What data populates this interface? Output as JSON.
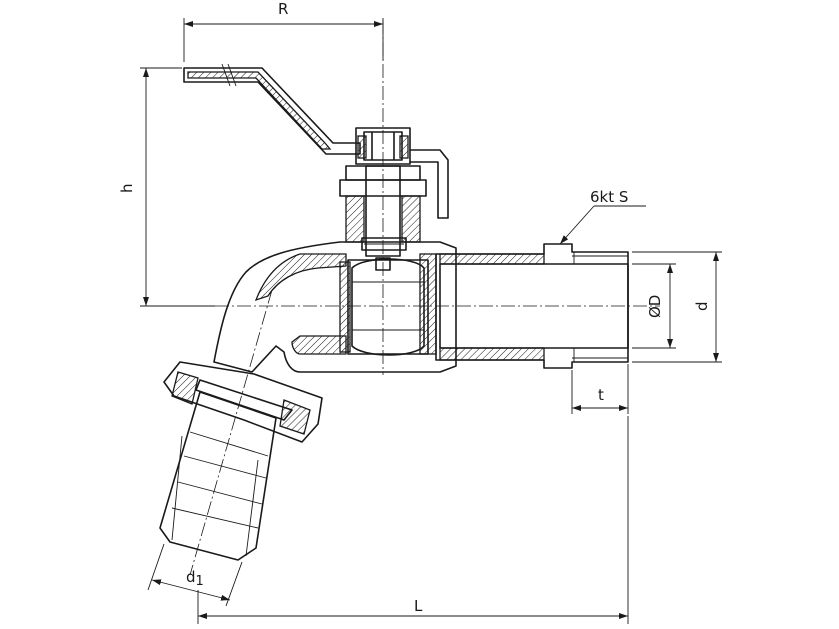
{
  "labels": {
    "R": "R",
    "h": "h",
    "hex": "6kt S",
    "D": "ØD",
    "d": "d",
    "t": "t",
    "d1": "d",
    "d1_sub": "1",
    "L": "L"
  }
}
